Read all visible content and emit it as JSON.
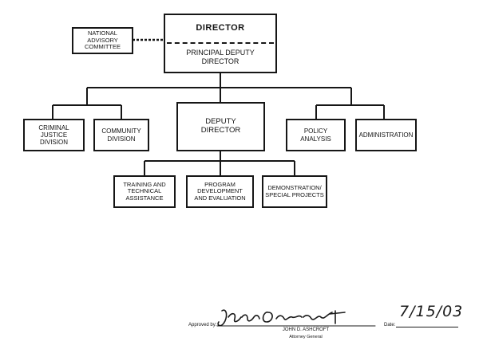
{
  "director": {
    "title": "DIRECTOR",
    "subtitle": "PRINCIPAL DEPUTY\nDIRECTOR"
  },
  "advisory": "NATIONAL\nADVISORY\nCOMMITTEE",
  "divisions": {
    "criminal_justice": "CRIMINAL JUSTICE\nDIVISION",
    "community": "COMMUNITY\nDIVISION",
    "deputy_director": "DEPUTY\nDIRECTOR",
    "policy_analysis": "POLICY\nANALYSIS",
    "administration": "ADMINISTRATION"
  },
  "offices": {
    "training": "TRAINING AND\nTECHNICAL\nASSISTANCE",
    "program": "PROGRAM\nDEVELOPMENT\nAND EVALUATION",
    "demonstration": "DEMONSTRATION/\nSPECIAL PROJECTS"
  },
  "approval": {
    "approved_by_label": "Approved by:",
    "signer_name": "JOHN D. ASHCROFT",
    "signer_title": "Attorney General",
    "date_label": "Date:",
    "date_value": "7/15/03"
  }
}
